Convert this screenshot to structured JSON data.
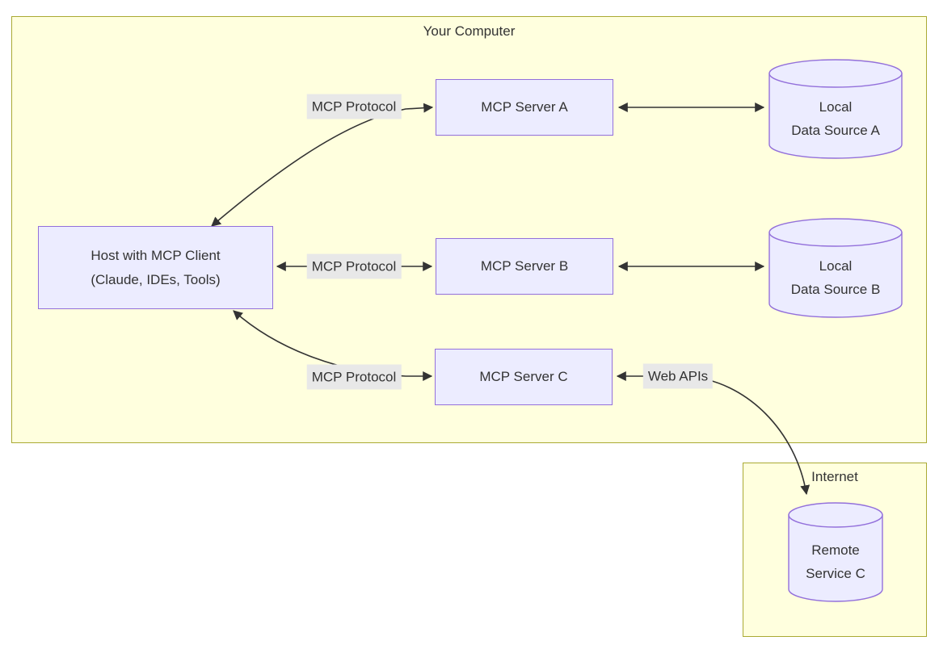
{
  "containers": {
    "your_computer": {
      "title": "Your Computer"
    },
    "internet": {
      "title": "Internet"
    }
  },
  "nodes": {
    "host": {
      "line1": "Host with MCP Client",
      "line2": "(Claude, IDEs, Tools)"
    },
    "server_a": {
      "label": "MCP Server A"
    },
    "server_b": {
      "label": "MCP Server B"
    },
    "server_c": {
      "label": "MCP Server C"
    },
    "data_source_a": {
      "line1": "Local",
      "line2": "Data Source A"
    },
    "data_source_b": {
      "line1": "Local",
      "line2": "Data Source B"
    },
    "remote_service_c": {
      "line1": "Remote",
      "line2": "Service C"
    }
  },
  "edge_labels": {
    "protocol_a": "MCP Protocol",
    "protocol_b": "MCP Protocol",
    "protocol_c": "MCP Protocol",
    "web_apis": "Web APIs"
  },
  "colors": {
    "container_fill": "#ffffde",
    "container_border": "#aaaa33",
    "node_fill": "#ececff",
    "node_border": "#9370db",
    "edge_label_bg": "#e8e8e8",
    "edge_line": "#333333",
    "text": "#333333"
  }
}
